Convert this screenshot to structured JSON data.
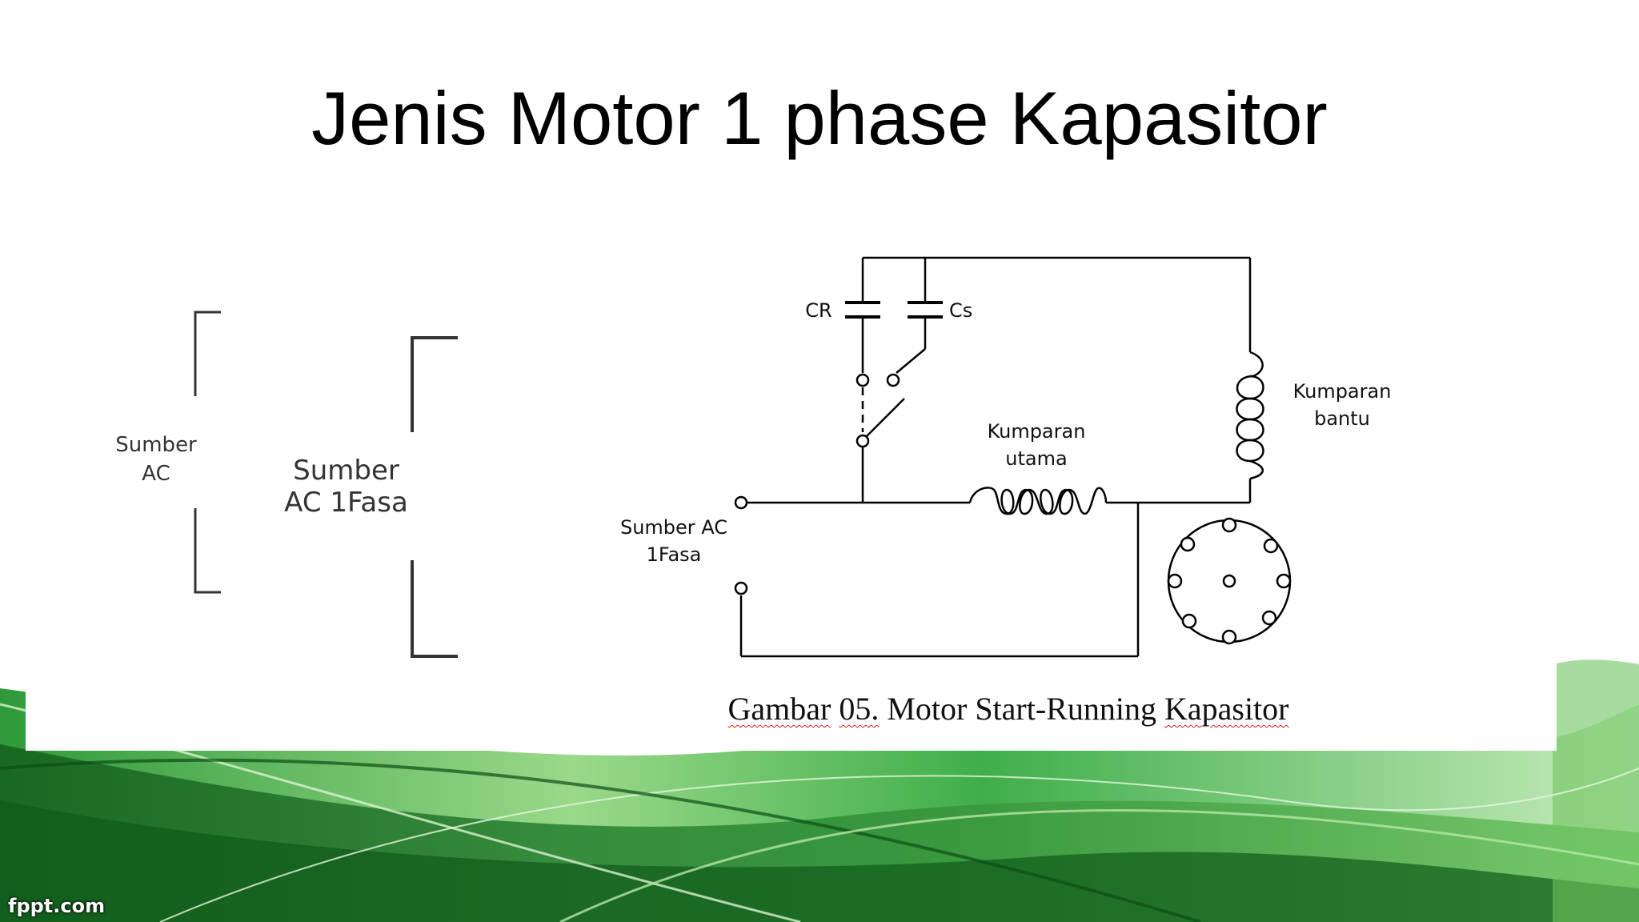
{
  "slide": {
    "title": "Jenis Motor 1 phase Kapasitor",
    "brand": "fppt.com",
    "colors": {
      "banner_dark": "#1e7a2a",
      "banner_light": "#7fd06f",
      "banner_mid": "#3aa845"
    }
  },
  "left_diagram": {
    "label_small": [
      "Sumber",
      "AC"
    ],
    "label_large": [
      "Sumber",
      "AC 1Fasa"
    ]
  },
  "circuit": {
    "cap_run_label": "CR",
    "cap_start_label": "Cs",
    "main_winding_label": [
      "Kumparan",
      "utama"
    ],
    "aux_winding_label": [
      "Kumparan",
      "bantu"
    ],
    "source_label": [
      "Sumber AC",
      "1Fasa"
    ]
  },
  "caption": {
    "word1": "Gambar",
    "word2": "05.",
    "word3": "Motor",
    "word4": "Start-Running",
    "word5": "Kapasitor"
  }
}
